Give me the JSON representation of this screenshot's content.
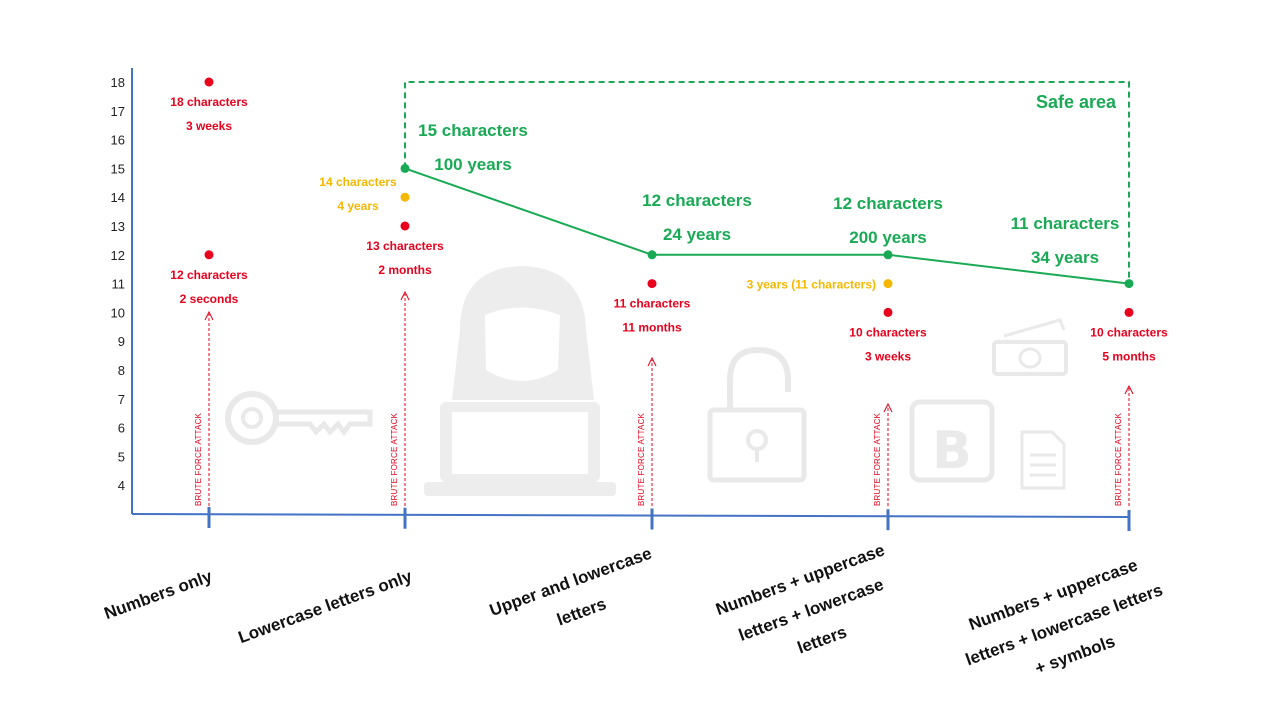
{
  "chart_data": {
    "type": "scatter",
    "y_ticks": [
      "4",
      "5",
      "6",
      "7",
      "8",
      "9",
      "10",
      "11",
      "12",
      "13",
      "14",
      "15",
      "16",
      "17",
      "18"
    ],
    "ylim": [
      3,
      18.5
    ],
    "categories": [
      [
        "Numbers only"
      ],
      [
        "Lowercase letters only"
      ],
      [
        "Upper and lowercase",
        "letters"
      ],
      [
        "Numbers + uppercase",
        "letters + lowercase",
        "letters"
      ],
      [
        "Numbers + uppercase",
        "letters + lowercase letters",
        "+ symbols"
      ]
    ],
    "brute_force_label": "BRUTE FORCE ATTACK",
    "red_points": [
      {
        "cat": 0,
        "y": 18,
        "lines": [
          "18 characters",
          "3 weeks"
        ]
      },
      {
        "cat": 0,
        "y": 12,
        "lines": [
          "12 characters",
          "2 seconds"
        ]
      },
      {
        "cat": 1,
        "y": 13,
        "lines": [
          "13 characters",
          "2 months"
        ]
      },
      {
        "cat": 2,
        "y": 11,
        "lines": [
          "11 characters",
          "11 months"
        ]
      },
      {
        "cat": 3,
        "y": 10,
        "lines": [
          "10 characters",
          "3 weeks"
        ]
      },
      {
        "cat": 4,
        "y": 10,
        "lines": [
          "10 characters",
          "5 months"
        ]
      }
    ],
    "yellow_points": [
      {
        "cat": 1,
        "y": 14,
        "lines": [
          "14 characters",
          "4 years"
        ]
      },
      {
        "cat": 3,
        "y": 11,
        "lines": [
          "3 years (11 characters)"
        ]
      }
    ],
    "green_series": [
      {
        "cat": 1,
        "y": 15,
        "lines": [
          "15 characters",
          "100 years"
        ]
      },
      {
        "cat": 2,
        "y": 12,
        "lines": [
          "12 characters",
          "24 years"
        ]
      },
      {
        "cat": 3,
        "y": 12,
        "lines": [
          "12 characters",
          "200 years"
        ]
      },
      {
        "cat": 4,
        "y": 11,
        "lines": [
          "11 characters",
          "34 years"
        ]
      }
    ],
    "safe_area_label": "Safe area",
    "colors": {
      "axis": "#4472c4",
      "red": "#e8001c",
      "yellow": "#f5b800",
      "green": "#1aaa55",
      "watermark": "#e6e6e6"
    }
  },
  "watermark_icons": [
    "key-icon",
    "hacker-icon",
    "laptop-icon",
    "unlocked-padlock-icon",
    "bitcoin-wallet-icon",
    "cash-icon",
    "document-icon"
  ]
}
